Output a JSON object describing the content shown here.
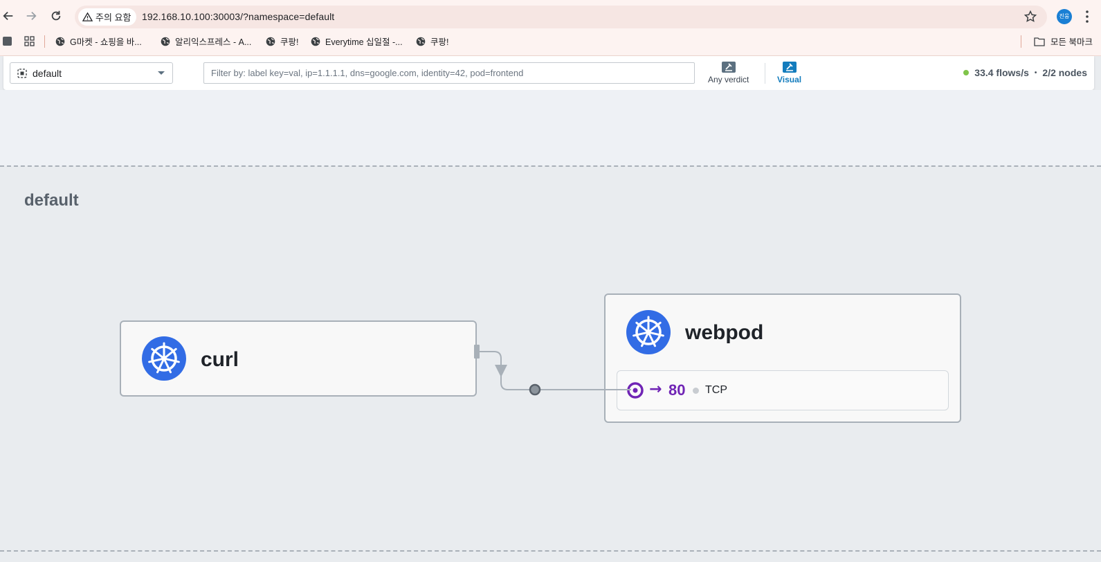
{
  "browser": {
    "security_label": "주의 요함",
    "url": "192.168.10.100:30003/?namespace=default",
    "profile_initials": "진웅",
    "bookmarks": [
      {
        "label": "G마켓 - 쇼핑을 바...",
        "icon": "globe-icon"
      },
      {
        "label": "알리익스프레스 - A...",
        "icon": "globe-icon"
      },
      {
        "label": "쿠팡!",
        "icon": "globe-icon"
      },
      {
        "label": "Everytime 십일절 -...",
        "icon": "globe-icon"
      },
      {
        "label": "쿠팡!",
        "icon": "globe-icon"
      }
    ],
    "all_bookmarks_label": "모든 북마크"
  },
  "toolbar": {
    "namespace_value": "default",
    "filter_placeholder": "Filter by: label key=val, ip=1.1.1.1, dns=google.com, identity=42, pod=frontend",
    "verdict_label": "Any verdict",
    "visual_label": "Visual",
    "flows_rate": "33.4 flows/s",
    "nodes": "2/2 nodes"
  },
  "map": {
    "namespace_title": "default",
    "services": {
      "curl": {
        "name": "curl"
      },
      "webpod": {
        "name": "webpod",
        "port": "80",
        "protocol": "TCP"
      }
    }
  },
  "colors": {
    "k8s_blue": "#326ce5",
    "port_purple": "#7025b5",
    "status_green": "#7fc44a",
    "accent_blue": "#137cbd"
  }
}
